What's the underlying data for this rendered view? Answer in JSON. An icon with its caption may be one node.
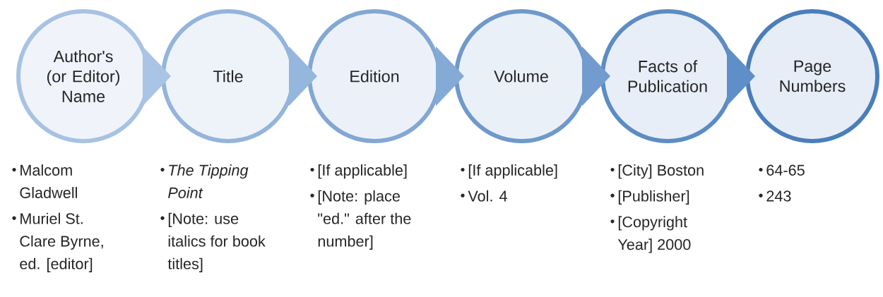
{
  "diagram": {
    "nodes": [
      {
        "text": [
          "Author's (or Editor) Name"
        ],
        "beside": [
          "Malcom Gladwell",
          "Muriel St. Clare Byrne, ed. [editor]"
        ]
      },
      {
        "text": [
          "Title"
        ],
        "beside": [
          "The Tipping Point",
          "[Note: use italics for book titles]"
        ]
      },
      {
        "text": [
          "Edition"
        ],
        "beside": [
          "[If applicable]",
          "[Note: place \"ed.\" after the number]"
        ]
      },
      {
        "text": [
          "Volume"
        ],
        "beside": [
          "[If applicable]",
          "Vol. 4"
        ]
      },
      {
        "text": [
          "Facts of Publication"
        ],
        "beside": [
          "[City] Boston",
          "[Publisher]",
          "[Copyright Year] 2000"
        ]
      },
      {
        "text": [
          "Page Numbers"
        ],
        "beside": [
          "64-65",
          "243"
        ]
      }
    ],
    "edges": [
      {
        "from": 0,
        "to": 1,
        "arrow": "to"
      },
      {
        "from": 1,
        "to": 2,
        "arrow": "to"
      },
      {
        "from": 2,
        "to": 3,
        "arrow": "to"
      },
      {
        "from": 3,
        "to": 4,
        "arrow": "to"
      },
      {
        "from": 4,
        "to": 5,
        "arrow": "to"
      }
    ]
  }
}
